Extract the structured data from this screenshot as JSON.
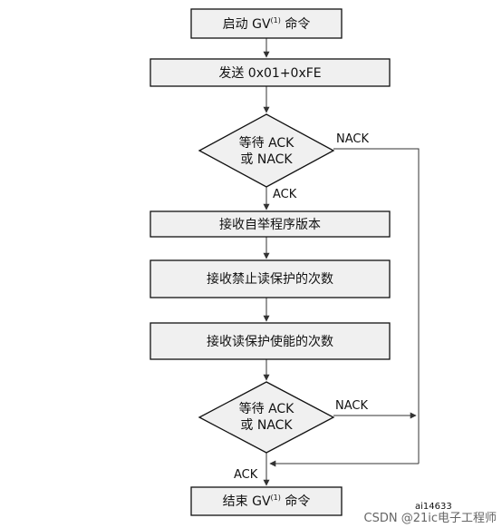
{
  "diagram": {
    "nodes": {
      "start": {
        "pre": "启动 GV",
        "sup": "(1)",
        "post": " 命令"
      },
      "send": {
        "label": "发送 0x01+0xFE"
      },
      "wait1": {
        "line1": "等待 ACK",
        "line2": "或 NACK"
      },
      "recv_version": {
        "label": "接收自举程序版本"
      },
      "recv_disable": {
        "label": "接收禁止读保护的次数"
      },
      "recv_enable": {
        "label": "接收读保护使能的次数"
      },
      "wait2": {
        "line1": "等待 ACK",
        "line2": "或 NACK"
      },
      "end": {
        "pre": "结束 GV",
        "sup": "(1)",
        "post": " 命令"
      }
    },
    "edges": {
      "wait1_ack": "ACK",
      "wait1_nack": "NACK",
      "wait2_nack": "NACK",
      "wait2_ack": "ACK"
    },
    "figure_id": "ai14633",
    "watermark": "CSDN @21ic电子工程师"
  }
}
